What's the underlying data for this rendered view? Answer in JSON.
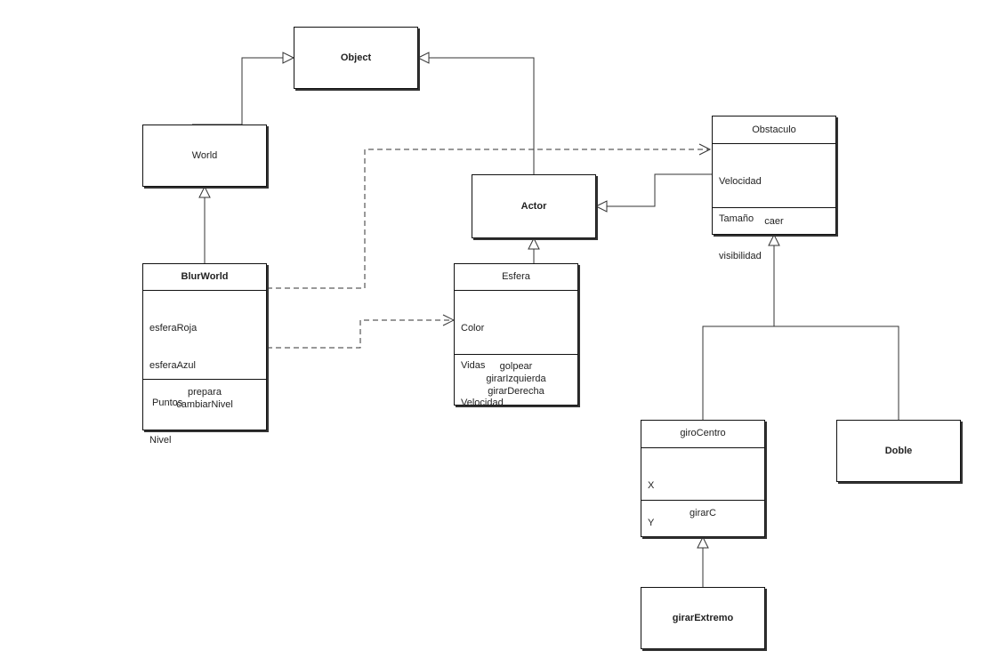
{
  "classes": {
    "object": {
      "name": "Object"
    },
    "world": {
      "name": "World"
    },
    "actor": {
      "name": "Actor"
    },
    "obstaculo": {
      "name": "Obstaculo",
      "attributes": [
        "Velocidad",
        "Tamaño",
        "visibilidad"
      ],
      "methods": [
        "caer"
      ]
    },
    "blurworld": {
      "name": "BlurWorld",
      "attributes": [
        "esferaRoja",
        "esferaAzul",
        " Puntos",
        "Nivel"
      ],
      "methods": [
        "prepara",
        "cambiarNivel"
      ]
    },
    "esfera": {
      "name": "Esfera",
      "attributes": [
        "Color",
        "Vidas",
        "Velocidad"
      ],
      "methods": [
        "golpear",
        "girarIzquierda",
        "girarDerecha"
      ]
    },
    "girocentro": {
      "name": "giroCentro",
      "attributes": [
        "X",
        "Y"
      ],
      "methods": [
        "girarC"
      ]
    },
    "doble": {
      "name": "Doble"
    },
    "girarextremo": {
      "name": "girarExtremo"
    }
  },
  "relationships": [
    {
      "from": "World",
      "to": "Object",
      "kind": "generalization"
    },
    {
      "from": "Actor",
      "to": "Object",
      "kind": "generalization"
    },
    {
      "from": "BlurWorld",
      "to": "World",
      "kind": "generalization"
    },
    {
      "from": "Esfera",
      "to": "Actor",
      "kind": "generalization"
    },
    {
      "from": "Obstaculo",
      "to": "Actor",
      "kind": "generalization"
    },
    {
      "from": "giroCentro",
      "to": "Obstaculo",
      "kind": "generalization"
    },
    {
      "from": "Doble",
      "to": "Obstaculo",
      "kind": "generalization"
    },
    {
      "from": "girarExtremo",
      "to": "giroCentro",
      "kind": "generalization"
    },
    {
      "from": "BlurWorld",
      "to": "Obstaculo",
      "kind": "dependency"
    },
    {
      "from": "BlurWorld",
      "to": "Esfera",
      "kind": "dependency"
    }
  ],
  "colors": {
    "line": "#333333",
    "border": "#111111",
    "background": "#ffffff"
  }
}
